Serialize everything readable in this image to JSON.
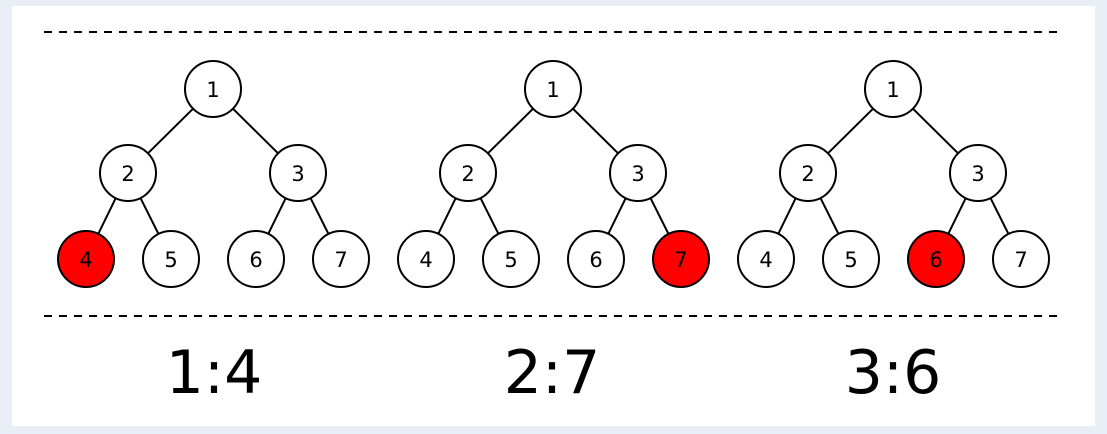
{
  "colors": {
    "background": "#e9eef7",
    "panel": "#ffffff",
    "highlight": "#ff0000",
    "node_fill": "#ffffff",
    "stroke": "#000000"
  },
  "trees": [
    {
      "highlighted": "4",
      "caption": "1:4",
      "nodes": [
        "1",
        "2",
        "3",
        "4",
        "5",
        "6",
        "7"
      ]
    },
    {
      "highlighted": "7",
      "caption": "2:7",
      "nodes": [
        "1",
        "2",
        "3",
        "4",
        "5",
        "6",
        "7"
      ]
    },
    {
      "highlighted": "6",
      "caption": "3:6",
      "nodes": [
        "1",
        "2",
        "3",
        "4",
        "5",
        "6",
        "7"
      ]
    }
  ],
  "edges": [
    [
      "1",
      "2"
    ],
    [
      "1",
      "3"
    ],
    [
      "2",
      "4"
    ],
    [
      "2",
      "5"
    ],
    [
      "3",
      "6"
    ],
    [
      "3",
      "7"
    ]
  ]
}
